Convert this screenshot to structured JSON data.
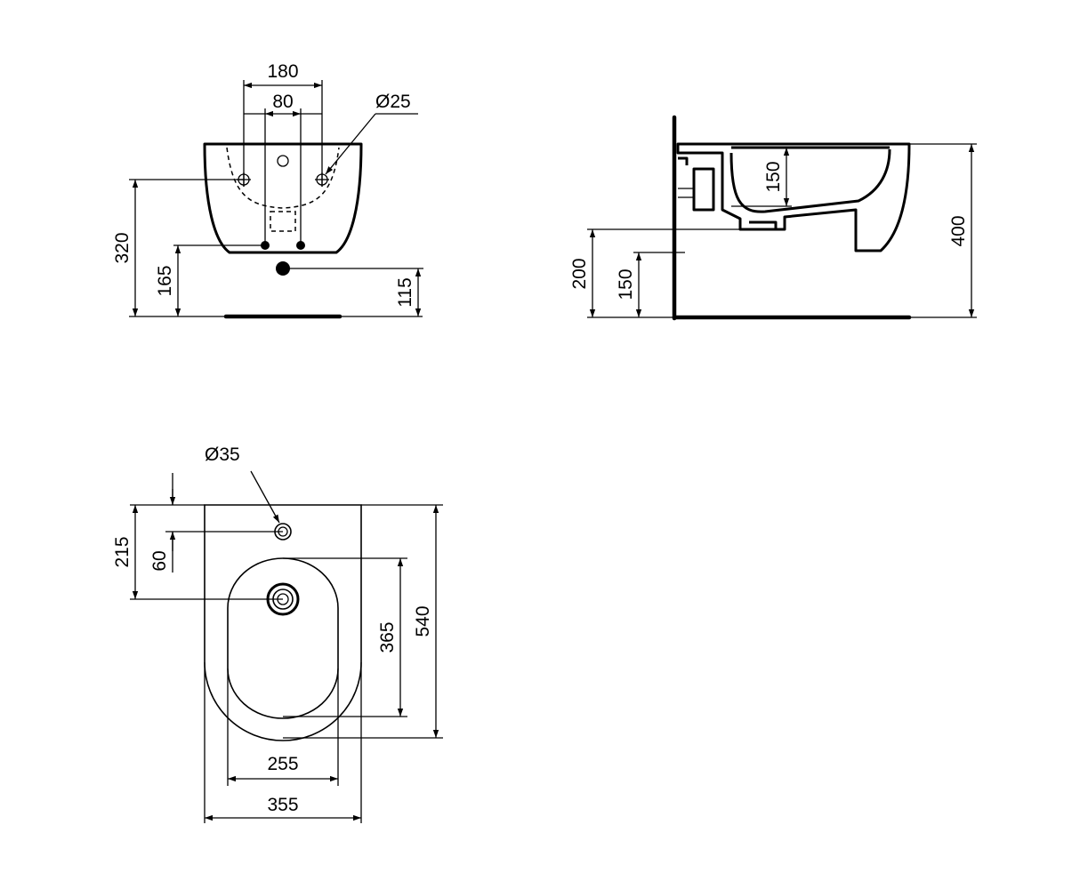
{
  "front_view": {
    "width_180": "180",
    "spacing_80": "80",
    "hole_d25": "Ø25",
    "height_320": "320",
    "height_165": "165",
    "height_115": "115"
  },
  "side_view": {
    "depth_150": "150",
    "height_400": "400",
    "height_200": "200",
    "height_150": "150"
  },
  "top_view": {
    "hole_d35": "Ø35",
    "offset_215": "215",
    "offset_60": "60",
    "inner_365": "365",
    "length_540": "540",
    "inner_255": "255",
    "width_355": "355"
  },
  "colors": {
    "ink": "#000000",
    "paper": "#ffffff"
  }
}
